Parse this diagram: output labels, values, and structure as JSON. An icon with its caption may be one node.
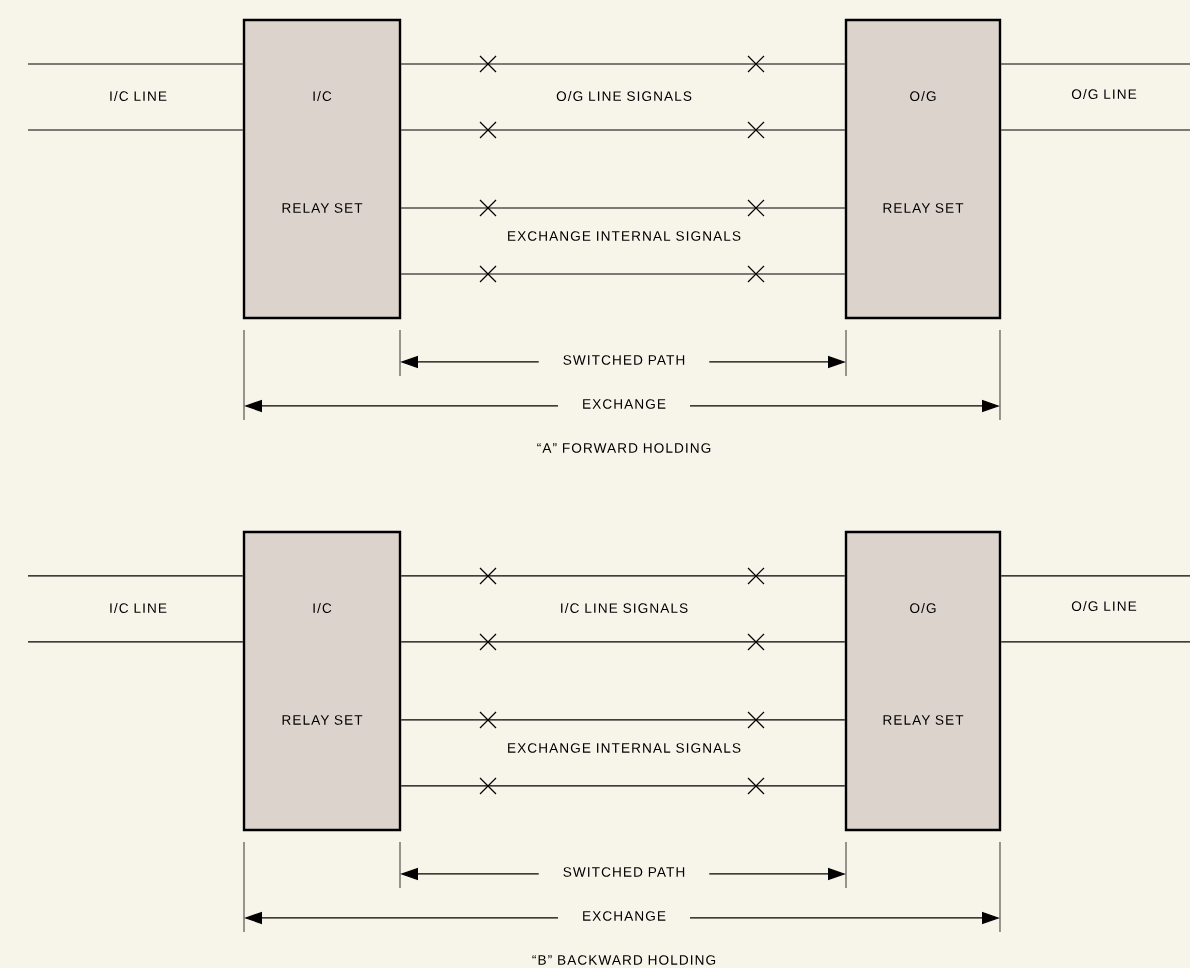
{
  "diagram": {
    "nodes": [
      {
        "text": [
          "I/C",
          "RELAY SET"
        ]
      },
      {
        "text": [
          "O/G",
          "RELAY SET"
        ]
      },
      {
        "text": [
          "I/C",
          "RELAY SET"
        ]
      },
      {
        "text": [
          "O/G",
          "RELAY SET"
        ]
      }
    ],
    "edges": [
      {
        "from": null,
        "to": 0,
        "arrow": "none"
      },
      {
        "from": null,
        "to": 0,
        "arrow": "none"
      },
      {
        "from": 0,
        "to": 1,
        "arrow": "none"
      },
      {
        "from": 0,
        "to": 1,
        "arrow": "none"
      },
      {
        "from": 0,
        "to": 1,
        "arrow": "none"
      },
      {
        "from": 0,
        "to": 1,
        "arrow": "none"
      },
      {
        "from": 1,
        "to": null,
        "arrow": "none"
      },
      {
        "from": 1,
        "to": null,
        "arrow": "none"
      },
      {
        "from": null,
        "to": 2,
        "arrow": "none"
      },
      {
        "from": null,
        "to": 2,
        "arrow": "none"
      },
      {
        "from": 2,
        "to": 3,
        "arrow": "none"
      },
      {
        "from": 2,
        "to": 3,
        "arrow": "none"
      },
      {
        "from": 2,
        "to": 3,
        "arrow": "none"
      },
      {
        "from": 2,
        "to": 3,
        "arrow": "none"
      },
      {
        "from": 3,
        "to": null,
        "arrow": "none"
      },
      {
        "from": 3,
        "to": null,
        "arrow": "none"
      }
    ],
    "labels": [
      "I/C LINE",
      "O/G LINE SIGNALS",
      "O/G LINE",
      "EXCHANGE INTERNAL SIGNALS",
      "SWITCHED PATH",
      "EXCHANGE",
      "“A” FORWARD HOLDING",
      "I/C LINE",
      "I/C LINE SIGNALS",
      "O/G LINE",
      "EXCHANGE INTERNAL SIGNALS",
      "SWITCHED PATH",
      "EXCHANGE",
      "“B” BACKWARD HOLDING"
    ]
  }
}
